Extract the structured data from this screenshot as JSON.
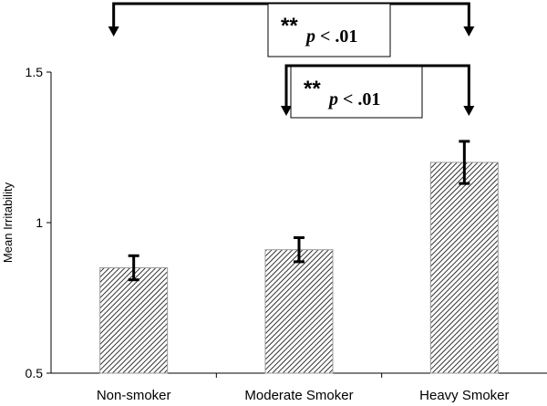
{
  "chart_data": {
    "type": "bar",
    "categories": [
      "Non-smoker",
      "Moderate Smoker",
      "Heavy Smoker"
    ],
    "values": [
      0.85,
      0.91,
      1.2
    ],
    "error_low": [
      0.81,
      0.87,
      1.13
    ],
    "error_high": [
      0.89,
      0.95,
      1.27
    ],
    "ylabel": "Mean Irritability",
    "ylim": [
      0.5,
      1.5
    ],
    "yticks": [
      "0.5",
      "1",
      "1.5"
    ],
    "bar_pattern": "diagonal-hatch",
    "significance": [
      {
        "from": "Non-smoker",
        "to": "Heavy Smoker",
        "stars": "**",
        "p_var": "p",
        "p_rest": " < .01"
      },
      {
        "from": "Moderate Smoker",
        "to": "Heavy Smoker",
        "stars": "**",
        "p_var": "p",
        "p_rest": " < .01"
      }
    ]
  }
}
